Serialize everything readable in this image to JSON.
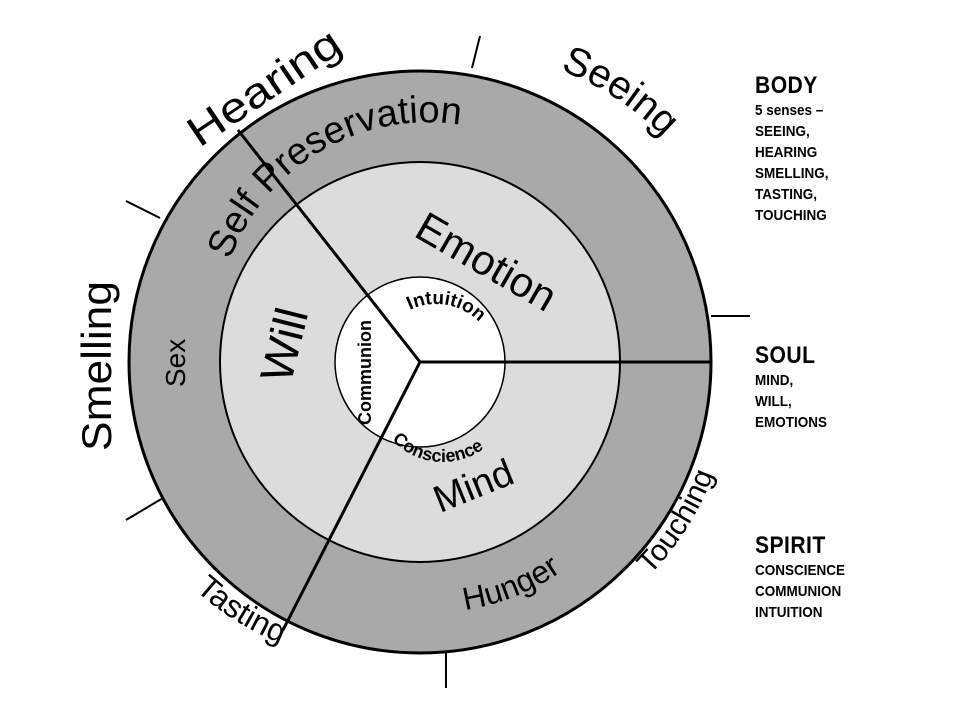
{
  "senses": {
    "hearing": "Hearing",
    "seeing": "Seeing",
    "smelling": "Smelling",
    "tasting": "Tasting",
    "touching": "Touching"
  },
  "outer_ring": {
    "self_preservation": "Self Preservation",
    "sex": "Sex",
    "hunger": "Hunger"
  },
  "middle_ring": {
    "emotion": "Emotion",
    "will": "Will",
    "mind": "Mind"
  },
  "core": {
    "intuition": "Intuition",
    "communion": "Communion",
    "conscience": "Conscience"
  },
  "legend": {
    "body": {
      "title": "BODY",
      "lines": [
        "5 senses –",
        "SEEING,",
        "HEARING",
        "SMELLING,",
        "TASTING,",
        "TOUCHING"
      ]
    },
    "soul": {
      "title": "SOUL",
      "lines": [
        "MIND,",
        "WILL,",
        "EMOTIONS"
      ]
    },
    "spirit": {
      "title": "SPIRIT",
      "lines": [
        "CONSCIENCE",
        "COMMUNION",
        "INTUITION"
      ]
    }
  },
  "colors": {
    "outer_ring": "#a9a9a9",
    "middle_ring": "#dcdcdc",
    "core": "#ffffff",
    "lines": "#000000"
  }
}
